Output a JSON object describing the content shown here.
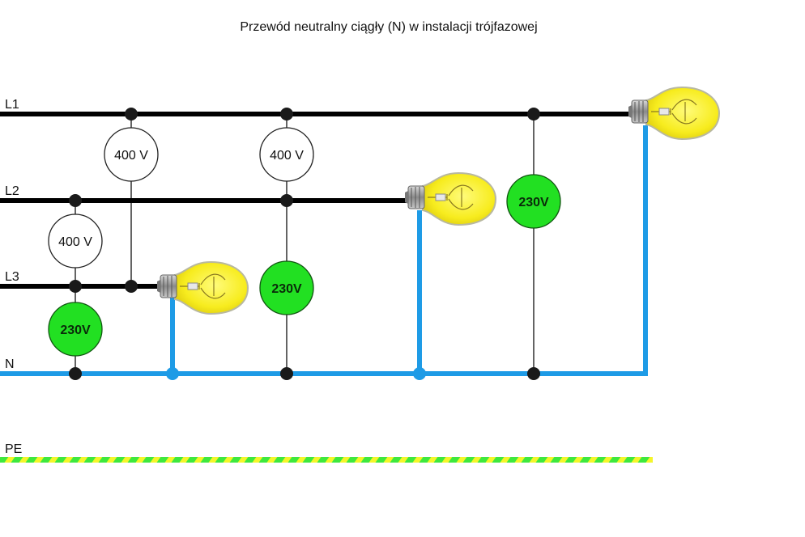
{
  "title": "Przewód neutralny ciągły (N) w instalacji trójfazowej",
  "colors": {
    "phase_wire": "#000000",
    "neutral_wire": "#1e9be6",
    "pe_yellow": "#f5f52a",
    "pe_green": "#3ee83e",
    "meter_230_fill": "#22e022",
    "meter_400_fill": "#ffffff",
    "bulb_glass": "#f7ec1e",
    "node": "#1a1a1a"
  },
  "conductors": [
    {
      "id": "L1",
      "label": "L1"
    },
    {
      "id": "L2",
      "label": "L2"
    },
    {
      "id": "L3",
      "label": "L3"
    },
    {
      "id": "N",
      "label": "N"
    },
    {
      "id": "PE",
      "label": "PE"
    }
  ],
  "voltmeters": [
    {
      "id": "vm-l2-l3",
      "from": "L2",
      "to": "L3",
      "label": "400 V",
      "type": "line-to-line"
    },
    {
      "id": "vm-l3-n",
      "from": "L3",
      "to": "N",
      "label": "230V",
      "type": "phase-to-neutral"
    },
    {
      "id": "vm-l1-l3",
      "from": "L1",
      "to": "L3",
      "label": "400 V",
      "type": "line-to-line"
    },
    {
      "id": "vm-l1-l2",
      "from": "L1",
      "to": "L2",
      "label": "400 V",
      "type": "line-to-line"
    },
    {
      "id": "vm-l2-n",
      "from": "L2",
      "to": "N",
      "label": "230V",
      "type": "phase-to-neutral"
    },
    {
      "id": "vm-l1-n",
      "from": "L1",
      "to": "N",
      "label": "230V",
      "type": "phase-to-neutral"
    }
  ],
  "bulbs": [
    {
      "id": "bulb-l3",
      "phase": "L3",
      "neutral": "N"
    },
    {
      "id": "bulb-l2",
      "phase": "L2",
      "neutral": "N"
    },
    {
      "id": "bulb-l1",
      "phase": "L1",
      "neutral": "N"
    }
  ]
}
